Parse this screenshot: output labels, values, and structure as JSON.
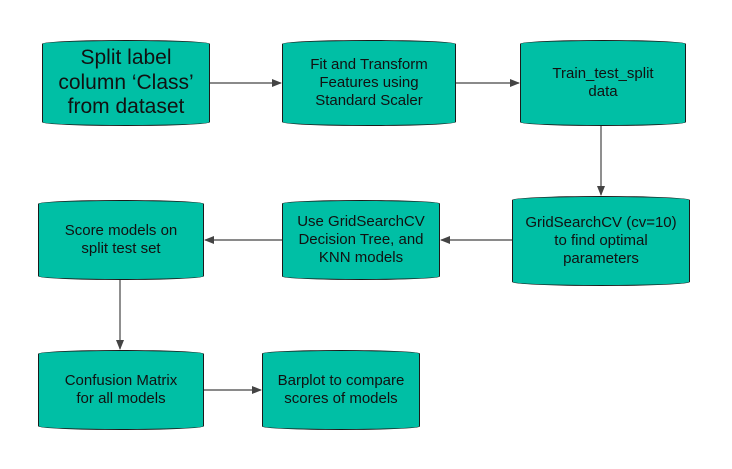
{
  "diagram": {
    "nodes": [
      {
        "id": "n1",
        "lines": [
          "Split label",
          "column ‘Class’",
          "from dataset"
        ]
      },
      {
        "id": "n2",
        "lines": [
          "Fit and Transform",
          "Features using",
          "Standard Scaler"
        ]
      },
      {
        "id": "n3",
        "lines": [
          "Train_test_split",
          "data"
        ]
      },
      {
        "id": "n4",
        "lines": [
          "GridSearchCV (cv=10)",
          "to find  optimal",
          "parameters"
        ]
      },
      {
        "id": "n5",
        "lines": [
          "Use GridSearchCV",
          "Decision Tree, and",
          "KNN models"
        ]
      },
      {
        "id": "n6",
        "lines": [
          "Score models on",
          "split test set"
        ]
      },
      {
        "id": "n7",
        "lines": [
          "Confusion Matrix",
          "for all models"
        ]
      },
      {
        "id": "n8",
        "lines": [
          "Barplot to compare",
          "scores of models"
        ]
      }
    ],
    "edges": [
      {
        "from": "n1",
        "to": "n2"
      },
      {
        "from": "n2",
        "to": "n3"
      },
      {
        "from": "n3",
        "to": "n4"
      },
      {
        "from": "n4",
        "to": "n5"
      },
      {
        "from": "n5",
        "to": "n6"
      },
      {
        "from": "n6",
        "to": "n7"
      },
      {
        "from": "n7",
        "to": "n8"
      }
    ],
    "colors": {
      "node_fill": "#00bfa5",
      "node_border": "#1b1b1b",
      "arrow": "#444444"
    }
  }
}
